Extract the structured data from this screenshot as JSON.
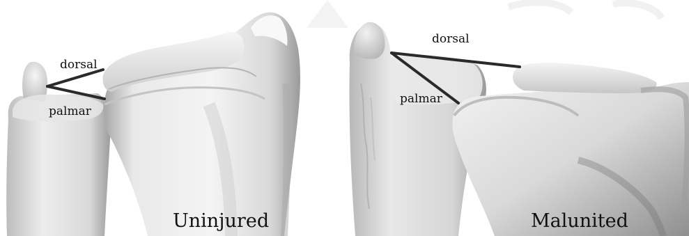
{
  "panels": {
    "left": {
      "title": "Uninjured",
      "dorsal_label": "dorsal",
      "palmar_label": "palmar"
    },
    "right": {
      "title": "Malunited",
      "dorsal_label": "dorsal",
      "palmar_label": "palmar"
    }
  },
  "colors": {
    "background": "#ffffff",
    "bone_light": "#f2f2f2",
    "bone_mid": "#cfcfcf",
    "bone_dark": "#8a8a8a",
    "line": "#2a2a2a"
  }
}
